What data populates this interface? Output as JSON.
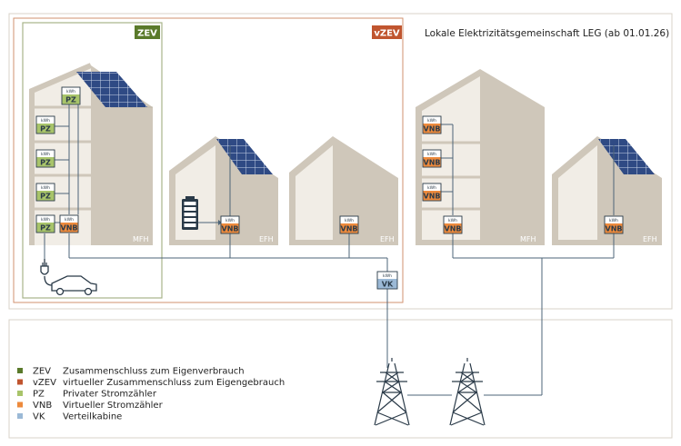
{
  "title": "Lokale Elektrizitätsgemeinschaft LEG (ab 01.01.26)",
  "badges": {
    "zev": "ZEV",
    "vzev": "vZEV"
  },
  "meter_unit": "kWh",
  "meter_codes": {
    "pz": "PZ",
    "vnb": "VNB",
    "vk": "VK"
  },
  "house_labels": {
    "mfh": "MFH",
    "efh": "EFH"
  },
  "colors": {
    "zev_green": "#5a7a2b",
    "vzev_red": "#c0552f",
    "pz_green": "#a8c46a",
    "vnb_orange": "#ed8a3c",
    "vk_blue": "#9bb9d6",
    "house_shade": "#cfc7ba",
    "house_light": "#f1ede6",
    "line": "#4d6478"
  },
  "legend": [
    {
      "abbr": "ZEV",
      "text": "Zusammenschluss zum Eigenverbrauch",
      "color": "#5a7a2b"
    },
    {
      "abbr": "vZEV",
      "text": "virtueller Zusammenschluss zum Eigengebrauch",
      "color": "#c0552f"
    },
    {
      "abbr": "PZ",
      "text": "Privater Stromzähler",
      "color": "#a8c46a"
    },
    {
      "abbr": "VNB",
      "text": "Virtueller Stromzähler",
      "color": "#ed8a3c"
    },
    {
      "abbr": "VK",
      "text": "Verteilkabine",
      "color": "#9bb9d6"
    }
  ]
}
